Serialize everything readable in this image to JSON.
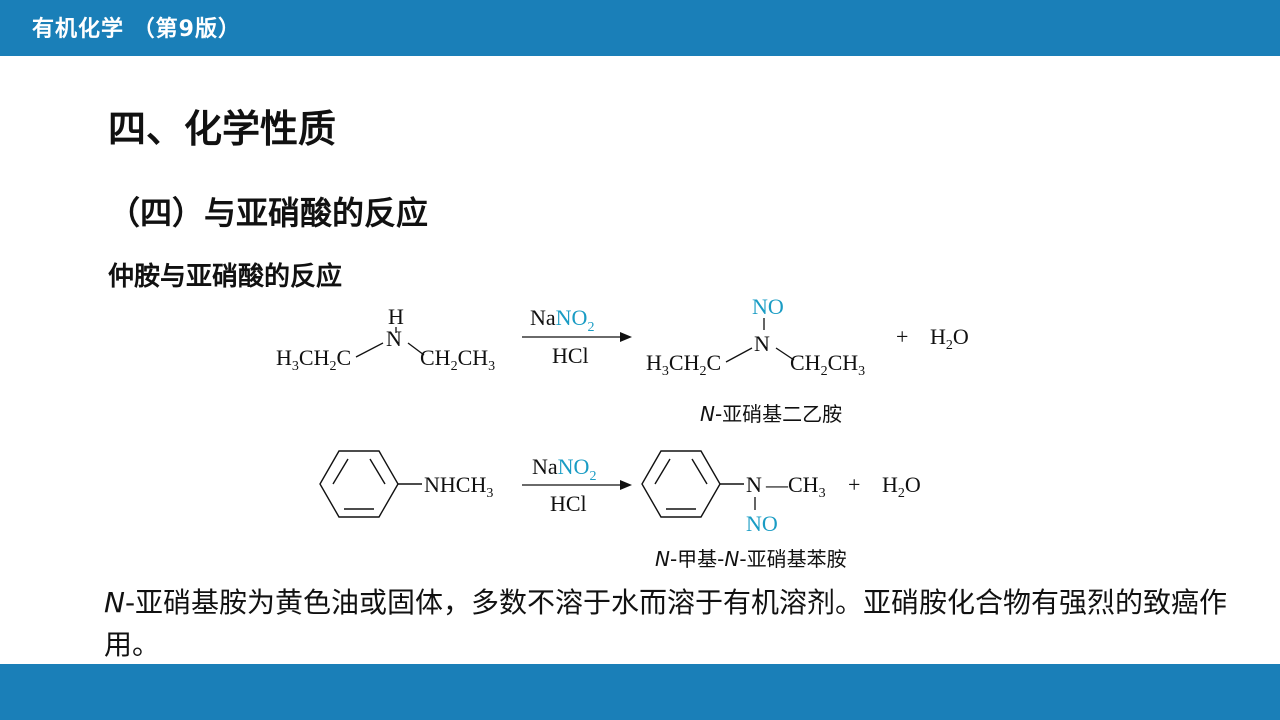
{
  "header": {
    "title": "有机化学 （第9版）"
  },
  "slide": {
    "heading": "四、化学性质",
    "subheading": "（四）与亚硝酸的反应",
    "subsubheading": "仲胺与亚硝酸的反应"
  },
  "reaction1": {
    "reactant_h": "H",
    "reactant_n": "N",
    "reagent_top": [
      "Na",
      "NO",
      "2"
    ],
    "reagent_bottom": "HCl",
    "product_no": "NO",
    "product_n": "N",
    "byproduct": "+",
    "water": [
      "H",
      "2",
      "O"
    ],
    "product_name_prefix": "N",
    "product_name": "-亚硝基二乙胺"
  },
  "reaction2": {
    "reactant_group": [
      "NHCH",
      "3"
    ],
    "reagent_top": [
      "Na",
      "NO",
      "2"
    ],
    "reagent_bottom": "HCl",
    "product_n": "N",
    "product_methyl": [
      "—CH",
      "3"
    ],
    "product_no": "NO",
    "byproduct": "+",
    "water": [
      "H",
      "2",
      "O"
    ],
    "product_name_p1": "N",
    "product_name_p2": "-甲基-",
    "product_name_p3": "N",
    "product_name_p4": "-亚硝基苯胺"
  },
  "body": {
    "prefix": "N",
    "text": "-亚硝基胺为黄色油或固体，多数不溶于水而溶于有机溶剂。亚硝胺化合物有强烈的致癌作用。"
  },
  "colors": {
    "accent": "#1a7fb8",
    "highlight": "#1a9cc4"
  }
}
